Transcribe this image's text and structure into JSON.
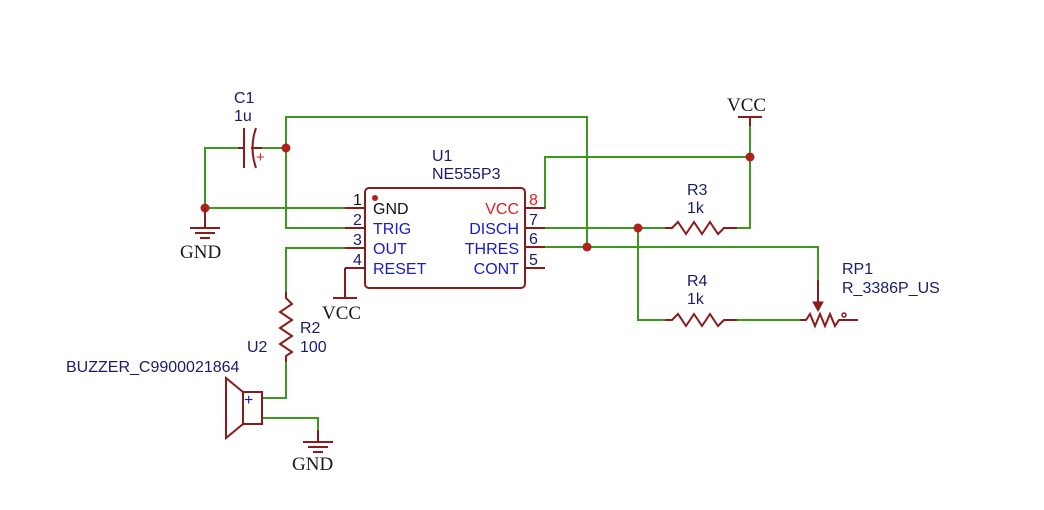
{
  "components": {
    "c1": {
      "ref": "C1",
      "value": "1u",
      "polarity": "+"
    },
    "u1": {
      "ref": "U1",
      "value": "NE555P3",
      "pins": {
        "p1": {
          "num": "1",
          "name": "GND"
        },
        "p2": {
          "num": "2",
          "name": "TRIG"
        },
        "p3": {
          "num": "3",
          "name": "OUT"
        },
        "p4": {
          "num": "4",
          "name": "RESET"
        },
        "p8": {
          "num": "8",
          "name": "VCC"
        },
        "p7": {
          "num": "7",
          "name": "DISCH"
        },
        "p6": {
          "num": "6",
          "name": "THRES"
        },
        "p5": {
          "num": "5",
          "name": "CONT"
        }
      }
    },
    "r2": {
      "ref": "R2",
      "value": "100"
    },
    "r3": {
      "ref": "R3",
      "value": "1k"
    },
    "r4": {
      "ref": "R4",
      "value": "1k"
    },
    "rp1": {
      "ref": "RP1",
      "value": "R_3386P_US"
    },
    "u2": {
      "ref": "U2",
      "value": "BUZZER_C9900021864",
      "polarity": "+"
    }
  },
  "power": {
    "gnd_left": "GND",
    "gnd_buzzer": "GND",
    "vcc_top": "VCC",
    "vcc_reset": "VCC"
  },
  "colors": {
    "wire": "#3a9a1e",
    "component": "#8b1a1a",
    "junction": "#b0201c",
    "pin_name": "#1a1acc",
    "label": "#1a1a6e",
    "vcc_pin": "#e02020"
  }
}
